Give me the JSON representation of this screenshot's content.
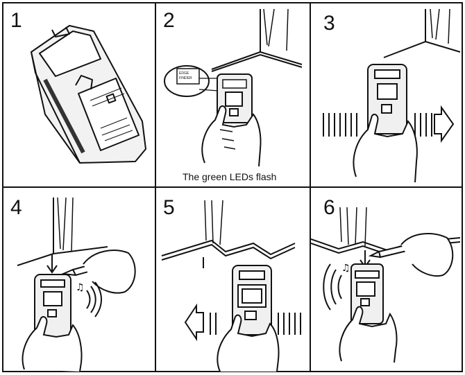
{
  "steps": [
    {
      "number": "1"
    },
    {
      "number": "2",
      "caption": "The green LEDs flash",
      "callout_line1": "EDGE",
      "callout_line2": "FINDER"
    },
    {
      "number": "3"
    },
    {
      "number": "4"
    },
    {
      "number": "5"
    },
    {
      "number": "6"
    }
  ],
  "icons": {
    "beep": "music-note-icon",
    "arrow": "hollow-arrow-icon"
  },
  "colors": {
    "ink": "#111111",
    "paper": "#ffffff"
  }
}
